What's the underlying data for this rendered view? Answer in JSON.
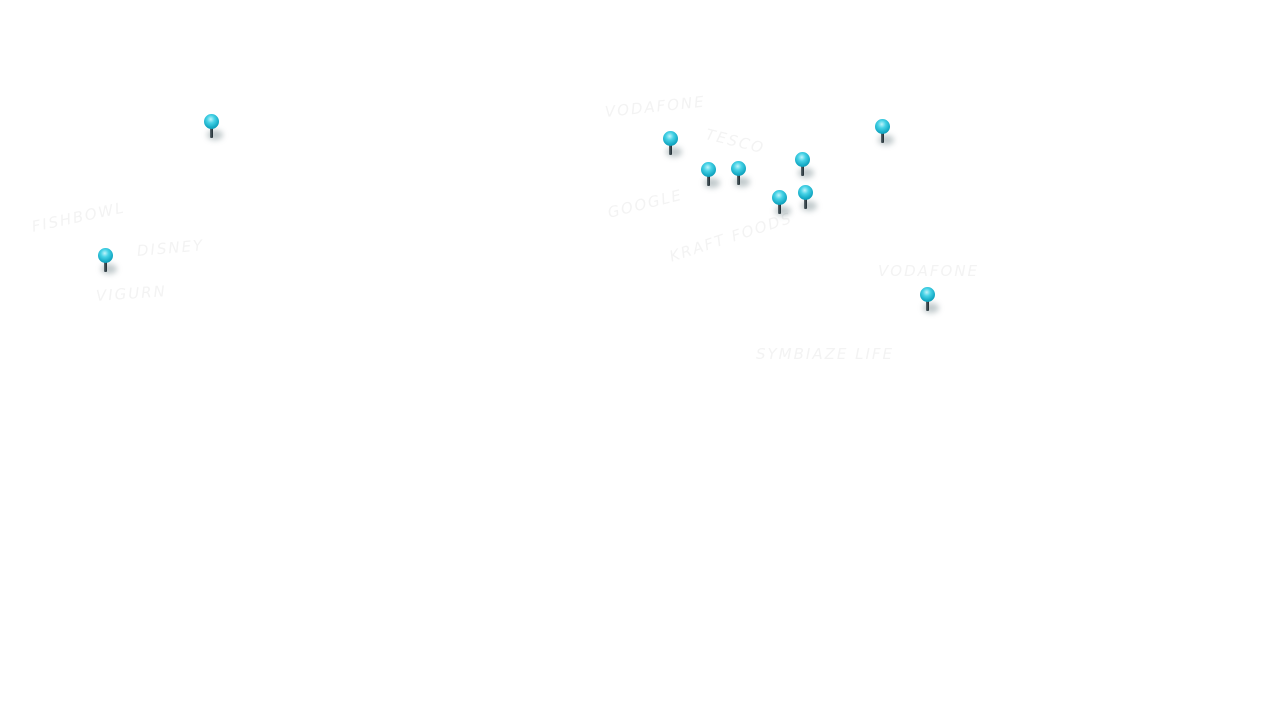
{
  "map": {
    "title": "Company locations map",
    "pin_color": "#1fb7d0",
    "labels": [
      {
        "id": "fishbowl",
        "text": "FISHBOWL"
      },
      {
        "id": "disney",
        "text": "DISNEY"
      },
      {
        "id": "vigurn",
        "text": "VIGURN"
      },
      {
        "id": "vodafone-1",
        "text": "VODAFONE"
      },
      {
        "id": "tesco",
        "text": "TESCO"
      },
      {
        "id": "google",
        "text": "GOOGLE"
      },
      {
        "id": "kraft-foods",
        "text": "KRAFT FOODS"
      },
      {
        "id": "vodafone-2",
        "text": "VODAFONE"
      },
      {
        "id": "symbiaze-life",
        "text": "SYMBIAZE LIFE"
      }
    ],
    "pins": [
      {
        "name": "pin-north-america-north"
      },
      {
        "name": "pin-north-america-west"
      },
      {
        "name": "pin-europe-west"
      },
      {
        "name": "pin-europe-central-1"
      },
      {
        "name": "pin-europe-central-2"
      },
      {
        "name": "pin-europe-east-1"
      },
      {
        "name": "pin-europe-south-1"
      },
      {
        "name": "pin-europe-south-2"
      },
      {
        "name": "pin-russia"
      },
      {
        "name": "pin-middle-east"
      }
    ]
  }
}
